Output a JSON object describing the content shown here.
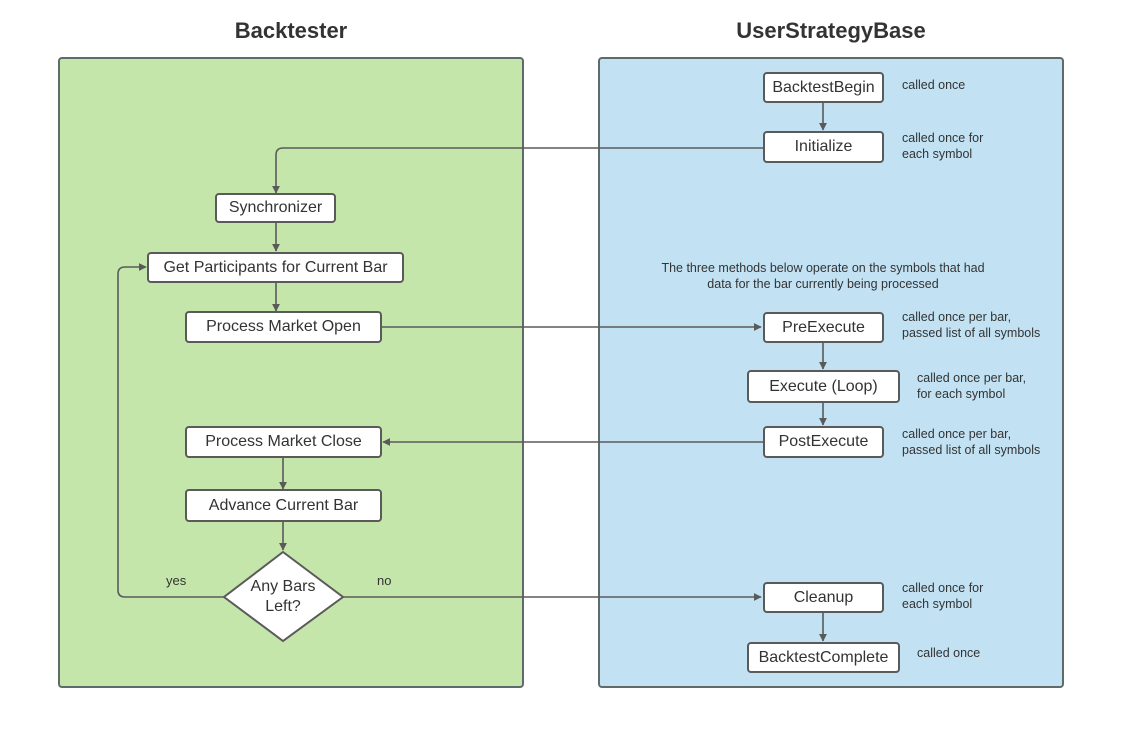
{
  "colors": {
    "backtester_fill": "#c5e6ab",
    "strategy_fill": "#c2e2f4",
    "border": "#5f6a6a",
    "connector": "#5a5a5a"
  },
  "lanes": {
    "backtester": {
      "title": "Backtester"
    },
    "strategy": {
      "title": "UserStrategyBase"
    }
  },
  "nodes": {
    "backtest_begin": "BacktestBegin",
    "initialize": "Initialize",
    "synchronizer": "Synchronizer",
    "get_participants": "Get Participants for Current Bar",
    "process_market_open": "Process Market Open",
    "pre_execute": "PreExecute",
    "execute_loop": "Execute (Loop)",
    "post_execute": "PostExecute",
    "process_market_close": "Process Market Close",
    "advance_current_bar": "Advance Current Bar",
    "any_bars_left": [
      "Any Bars",
      "Left?"
    ],
    "cleanup": "Cleanup",
    "backtest_complete": "BacktestComplete"
  },
  "notes": {
    "backtest_begin": [
      "called once"
    ],
    "initialize": [
      "called once for",
      "each symbol"
    ],
    "methods_intro": [
      "The three methods below operate on the symbols that had",
      "data for the bar currently being processed"
    ],
    "pre_execute": [
      "called once per bar,",
      "passed list of all symbols"
    ],
    "execute_loop": [
      "called once per bar,",
      "for each symbol"
    ],
    "post_execute": [
      "called once per bar,",
      "passed list of all symbols"
    ],
    "cleanup": [
      "called once for",
      "each symbol"
    ],
    "backtest_complete": [
      "called once"
    ]
  },
  "edge_labels": {
    "yes": "yes",
    "no": "no"
  }
}
